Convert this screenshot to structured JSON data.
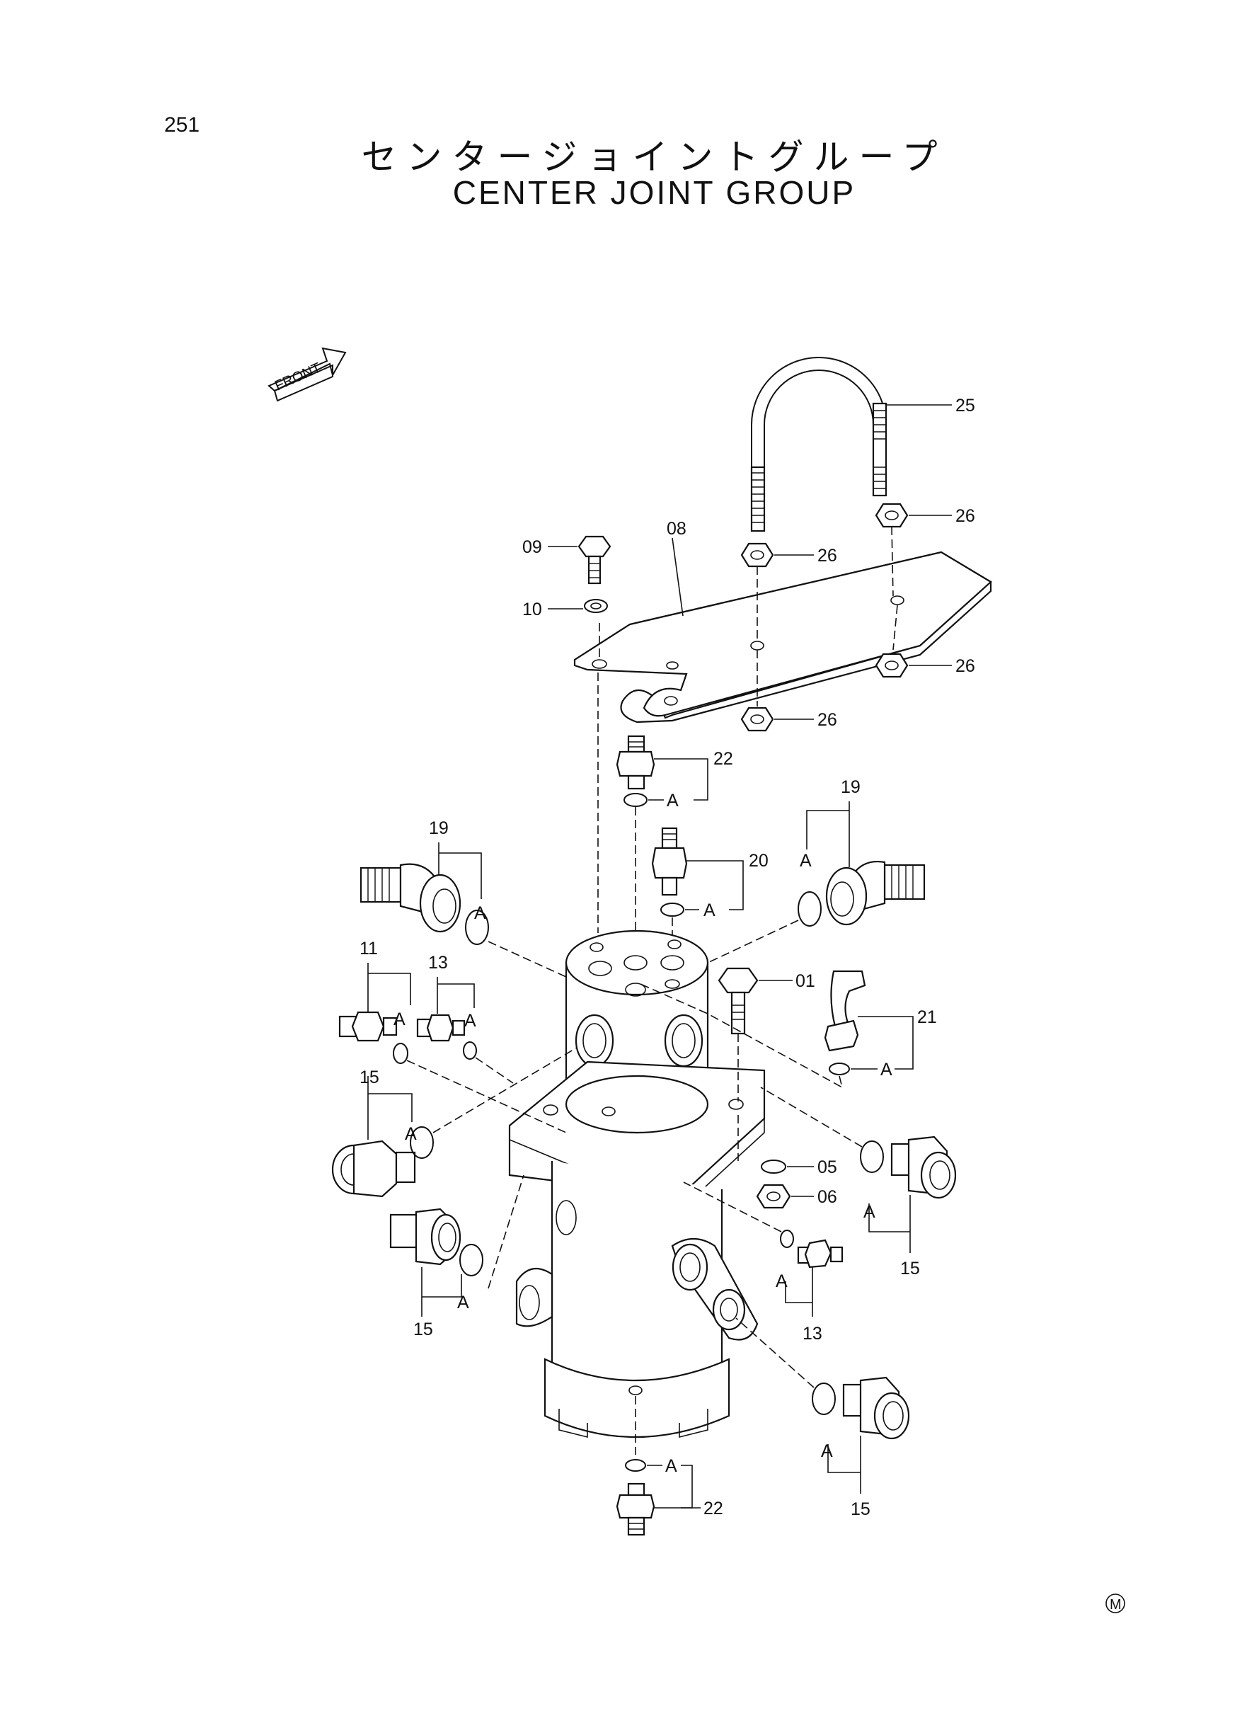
{
  "page_number": "251",
  "title_jp": "センタージョイントグループ",
  "title_en": "CENTER JOINT GROUP",
  "front_label": "FRONT",
  "mark": "M",
  "callouts": {
    "c01": "01",
    "c05": "05",
    "c06": "06",
    "c08": "08",
    "c09": "09",
    "c10": "10",
    "c11": "11",
    "c13a": "13",
    "c13b": "13",
    "c15a": "15",
    "c15b": "15",
    "c15c": "15",
    "c15d": "15",
    "c19a": "19",
    "c19b": "19",
    "c20": "20",
    "c21": "21",
    "c22a": "22",
    "c22b": "22",
    "c25": "25",
    "c26a": "26",
    "c26b": "26",
    "c26c": "26",
    "c26d": "26",
    "a": "A"
  }
}
